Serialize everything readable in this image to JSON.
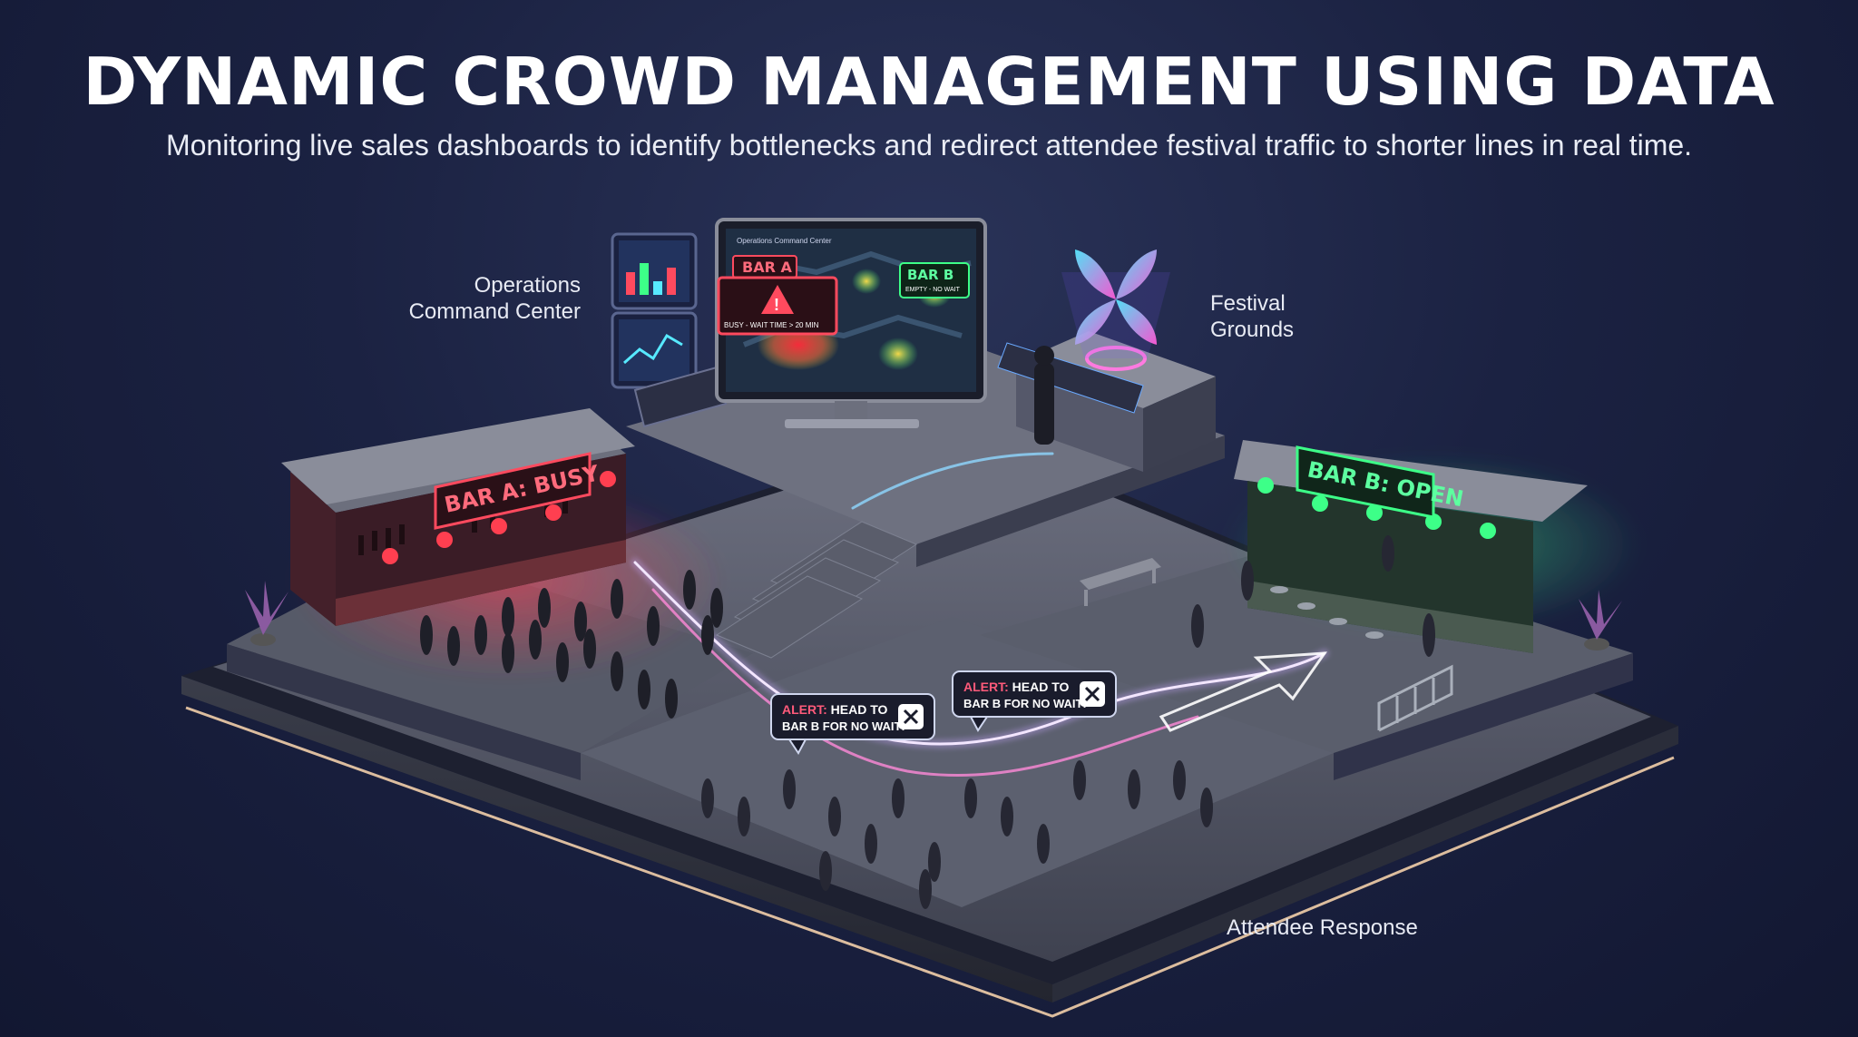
{
  "header": {
    "title": "DYNAMIC CROWD MANAGEMENT USING DATA",
    "subtitle": "Monitoring live sales dashboards to identify bottlenecks and redirect attendee festival traffic to shorter lines in real time."
  },
  "labels": {
    "ops_line1": "Operations",
    "ops_line2": "Command Center",
    "grounds_line1": "Festival",
    "grounds_line2": "Grounds",
    "attendee": "Attendee Response"
  },
  "monitor": {
    "title": "Operations Command Center",
    "bar_a_label": "BAR A",
    "bar_a_status": "BUSY - WAIT TIME > 20 MIN",
    "bar_b_label": "BAR B",
    "bar_b_status": "EMPTY - NO WAIT"
  },
  "signs": {
    "bar_a": "BAR A: BUSY",
    "bar_b": "BAR B: OPEN"
  },
  "alerts": [
    {
      "prefix": "ALERT:",
      "line1": " HEAD TO",
      "line2": "BAR B FOR NO WAIT!"
    },
    {
      "prefix": "ALERT:",
      "line1": " HEAD TO",
      "line2": "BAR B FOR NO WAIT!"
    }
  ],
  "colors": {
    "busy": "#ff4a5e",
    "open": "#3dff88",
    "alert_accent": "#ff5a7a",
    "path_glow": "#c9a8ff"
  }
}
